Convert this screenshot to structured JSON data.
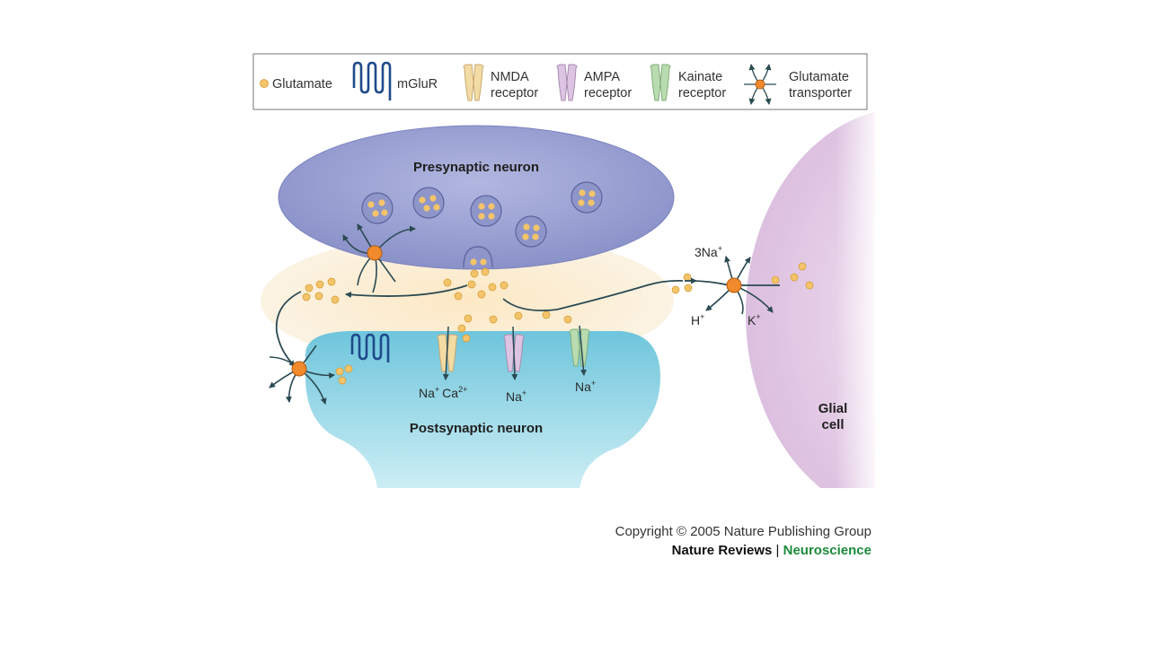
{
  "legend": {
    "glutamate": "Glutamate",
    "mglur": "mGluR",
    "nmda": [
      "NMDA",
      "receptor"
    ],
    "ampa": [
      "AMPA",
      "receptor"
    ],
    "kainate": [
      "Kainate",
      "receptor"
    ],
    "transporter": [
      "Glutamate",
      "transporter"
    ]
  },
  "labels": {
    "presynaptic": "Presynaptic neuron",
    "postsynaptic": "Postsynaptic neuron",
    "glial": [
      "Glial",
      "cell"
    ]
  },
  "ions": {
    "nmda_na": "Na",
    "nmda_na_sup": "+",
    "nmda_ca": "Ca",
    "nmda_ca_sup": "2+",
    "ampa_na": "Na",
    "ampa_na_sup": "+",
    "kainate_na": "Na",
    "kainate_na_sup": "+",
    "glia_na": "3Na",
    "glia_na_sup": "+",
    "glia_h": "H",
    "glia_h_sup": "+",
    "glia_k": "K",
    "glia_k_sup": "+"
  },
  "credit": {
    "copyright": "Copyright © 2005 Nature Publishing Group",
    "journal": "Nature Reviews",
    "separator": "|",
    "section": "Neuroscience"
  },
  "colors": {
    "presynaptic": "#8f96cc",
    "postsynaptic": "#86cfe0",
    "glial": "#ecd8ec",
    "glutamate": "#f3c46a",
    "transporter": "#f08a2c",
    "nmda": "#f2dca4",
    "ampa": "#dcc4e2",
    "kainate": "#b9dbb0",
    "mglur": "#1f4a8a",
    "arrow": "#2b4a52"
  }
}
